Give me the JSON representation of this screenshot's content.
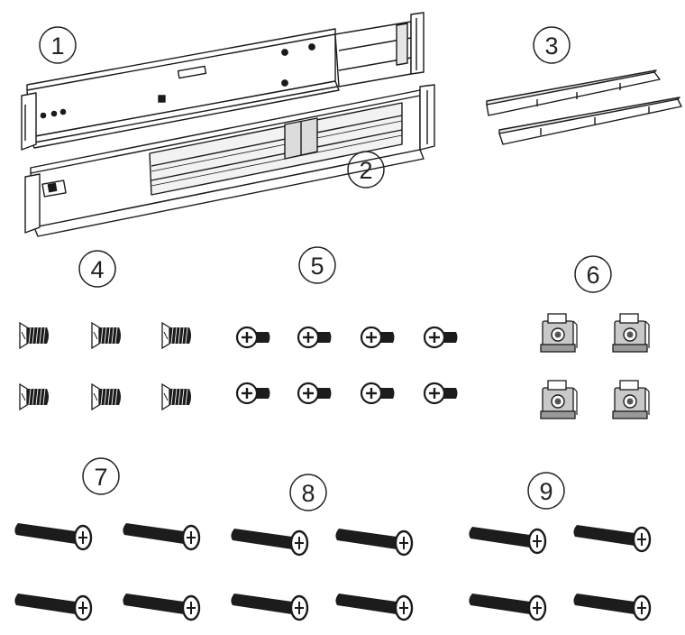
{
  "diagram": {
    "labels": [
      "1",
      "2",
      "3",
      "4",
      "5",
      "6",
      "7",
      "8",
      "9"
    ],
    "items": [
      {
        "label": "1",
        "part": "rail",
        "count": 1
      },
      {
        "label": "2",
        "part": "rail",
        "count": 1
      },
      {
        "label": "3",
        "part": "bracket-bar",
        "count": 2
      },
      {
        "label": "4",
        "part": "flat-head-screw",
        "count": 6
      },
      {
        "label": "5",
        "part": "round-head-screw",
        "count": 8
      },
      {
        "label": "6",
        "part": "cage-nut",
        "count": 4
      },
      {
        "label": "7",
        "part": "long-bolt",
        "count": 4
      },
      {
        "label": "8",
        "part": "long-bolt",
        "count": 4
      },
      {
        "label": "9",
        "part": "long-bolt",
        "count": 4
      }
    ],
    "line_color": "#1a1a1a",
    "fill_color": "#ffffff",
    "screw_color": "#1c1c1c",
    "nut_color": "#c9c9c9"
  }
}
